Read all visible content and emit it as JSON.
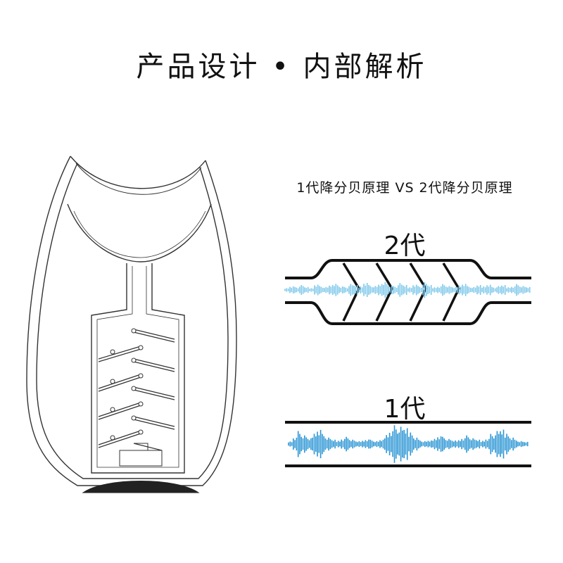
{
  "header": {
    "title": "产品设计 • 内部解析"
  },
  "comparison": {
    "subtitle": "1代降分贝原理 VS 2代降分贝原理",
    "gen2_label": "2代",
    "gen1_label": "1代"
  },
  "colors": {
    "outline": "#111111",
    "wave_gen2": "#7ec8ea",
    "wave_gen1": "#2a95d4",
    "base": "#222222"
  },
  "waveform": {
    "gen2_amplitude": [
      2,
      4,
      3,
      5,
      3,
      2,
      6,
      4,
      3,
      5,
      7,
      4,
      3,
      6,
      5,
      4,
      8,
      5,
      4,
      6,
      9,
      5,
      4,
      7,
      5,
      3,
      6,
      4,
      8,
      5,
      3,
      4,
      6,
      4,
      3,
      5,
      7,
      4,
      3,
      5,
      4,
      6,
      3,
      4,
      5,
      3,
      4,
      6,
      4,
      3
    ],
    "gen1_amplitude": [
      4,
      10,
      18,
      12,
      8,
      16,
      22,
      14,
      9,
      6,
      5,
      8,
      10,
      6,
      4,
      5,
      7,
      6,
      4,
      6,
      14,
      20,
      26,
      24,
      22,
      18,
      10,
      6,
      4,
      5,
      8,
      12,
      10,
      7,
      5,
      6,
      9,
      12,
      8,
      6,
      5,
      8,
      14,
      18,
      20,
      16,
      10,
      6,
      4,
      3
    ]
  }
}
